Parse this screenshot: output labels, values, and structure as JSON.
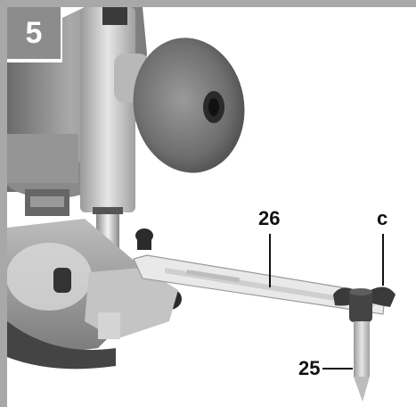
{
  "figure": {
    "step_number": "5",
    "callouts": {
      "rod_label": "26",
      "knob_label": "c",
      "pin_label": "25"
    }
  }
}
